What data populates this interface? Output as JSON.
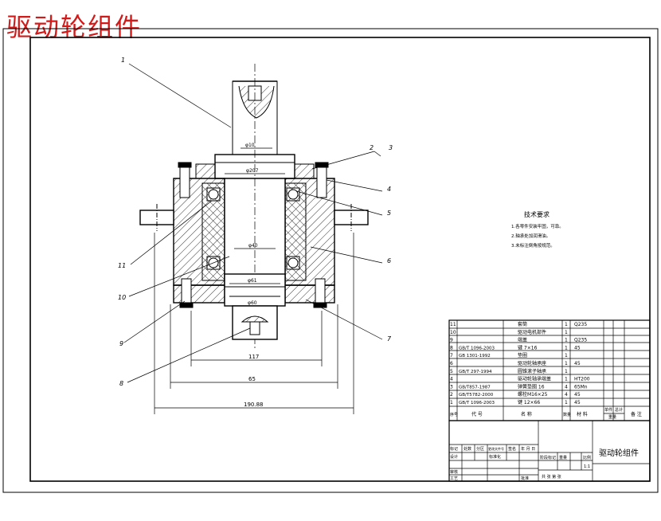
{
  "header": {
    "title": "驱动轮组件"
  },
  "balloons": [
    {
      "num": "1"
    },
    {
      "num": "2"
    },
    {
      "num": "3"
    },
    {
      "num": "4"
    },
    {
      "num": "5"
    },
    {
      "num": "6"
    },
    {
      "num": "7"
    },
    {
      "num": "8"
    },
    {
      "num": "9"
    },
    {
      "num": "10"
    },
    {
      "num": "11"
    }
  ],
  "dims": {
    "shaft_small": "φ10",
    "flange": "φ207",
    "bore": "φ40",
    "d1": "φ61",
    "d2": "φ60",
    "w1": "117",
    "w2": "65",
    "w3": "190.88"
  },
  "tech": {
    "title": "技术要求",
    "lines": [
      "1.各零件安装牢固，可靠。",
      "2.轴承处加润滑油。",
      "3.未标注倒角按规范。"
    ]
  },
  "bom": {
    "rows": [
      {
        "idx": "11",
        "code": "",
        "name": "套筒",
        "qty": "1",
        "mat": "Q235"
      },
      {
        "idx": "10",
        "code": "",
        "name": "驱动电机部件",
        "qty": "1",
        "mat": ""
      },
      {
        "idx": "9",
        "code": "",
        "name": "端盖",
        "qty": "1",
        "mat": "Q235"
      },
      {
        "idx": "8",
        "code": "GB/T 1096-2003",
        "name": "键 7×16",
        "qty": "1",
        "mat": "45"
      },
      {
        "idx": "7",
        "code": "GB 1301-1992",
        "name": "垫圈",
        "qty": "1",
        "mat": ""
      },
      {
        "idx": "6",
        "code": "",
        "name": "驱动轮轴承座",
        "qty": "1",
        "mat": "45"
      },
      {
        "idx": "5",
        "code": "GB/T 297-1994",
        "name": "圆锥滚子轴承",
        "qty": "1",
        "mat": ""
      },
      {
        "idx": "4",
        "code": "",
        "name": "驱动轮轴承端盖",
        "qty": "1",
        "mat": "HT200"
      },
      {
        "idx": "3",
        "code": "GB/T857-1987",
        "name": "弹簧垫圈 16",
        "qty": "4",
        "mat": "65Mn"
      },
      {
        "idx": "2",
        "code": "GB/T5782-2000",
        "name": "螺栓M16×25",
        "qty": "4",
        "mat": "45"
      },
      {
        "idx": "1",
        "code": "GB/T 1096-2003",
        "name": "键 12×66",
        "qty": "1",
        "mat": "45"
      }
    ],
    "header": {
      "idx": "序号",
      "code": "代 号",
      "name": "名 称",
      "qty": "数量",
      "mat": "材 料",
      "unit": "单件",
      "total": "总计",
      "mass": "重量",
      "note": "备 注"
    }
  },
  "titleblock": {
    "name": "驱动轮组件",
    "mark": "标记",
    "count": "处数",
    "zone": "分区",
    "docno": "更改文件号",
    "sign": "签名",
    "date": "年 月 日",
    "design": "设计",
    "standard": "标准化",
    "stage": "阶段标记",
    "weight": "重量",
    "scale": "比例",
    "scale_val": "1:1",
    "audit": "审核",
    "process": "工艺",
    "approve": "批准",
    "sheets": "共 张   第 张"
  }
}
